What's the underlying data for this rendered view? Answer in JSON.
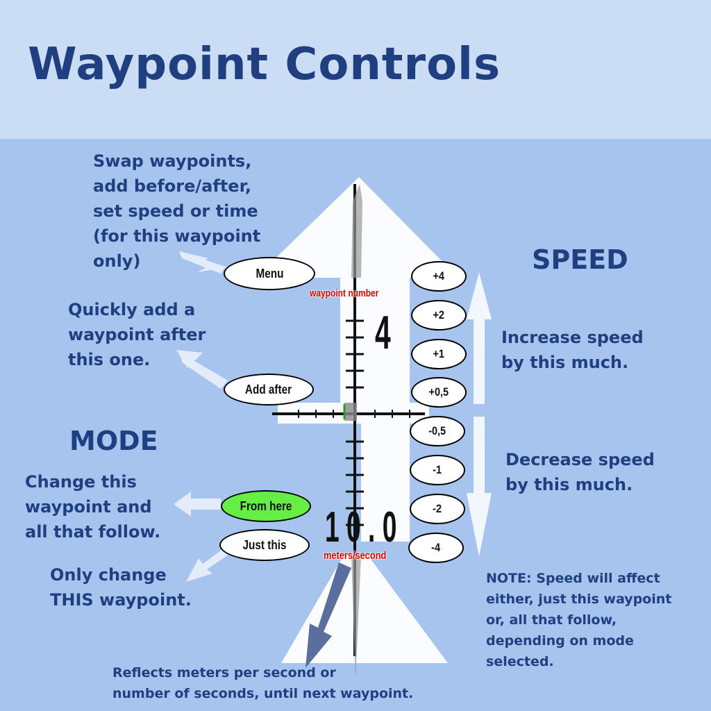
{
  "title": "Waypoint Controls",
  "menu_note": "Swap waypoints,\nadd before/after,\nset speed or time\n(for this waypoint\nonly)",
  "add_note": "Quickly add a\nwaypoint after\nthis one.",
  "mode_heading": "MODE",
  "from_here_note": "Change this\nwaypoint and\nall that follow.",
  "just_this_note": "Only change\nTHIS waypoint.",
  "speed_heading": "SPEED",
  "increase_note": "Increase speed\nby this much.",
  "decrease_note": "Decrease speed\nby this much.",
  "speed_note": "NOTE: Speed will affect\neither, just this waypoint\nor, all that follow,\ndepending on mode\nselected.",
  "bottom_note": "Reflects meters per second or\nnumber of seconds, until next waypoint.",
  "buttons": {
    "menu": "Menu",
    "add_after": "Add after",
    "from_here": "From here",
    "just_this": "Just this"
  },
  "speed_buttons": [
    "+4",
    "+2",
    "+1",
    "+0,5",
    "-0,5",
    "-1",
    "-2",
    "-4"
  ],
  "waypoint_label": "waypoint number",
  "waypoint_number": "4",
  "speed_value": "1 0 . 0",
  "unit_label": "meters/second",
  "colors": {
    "from_here_active": "#66ee44",
    "text": "#1f3f80",
    "arrow": "#e4ecfa"
  }
}
